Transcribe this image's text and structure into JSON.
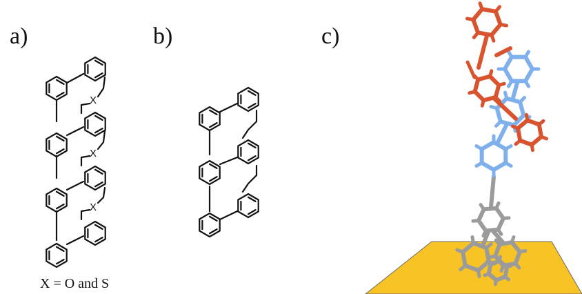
{
  "panels": {
    "a": {
      "label": "a)",
      "linker_label": "X",
      "caption": "X = O and S"
    },
    "b": {
      "label": "b)"
    },
    "c": {
      "label": "c)"
    }
  },
  "colors": {
    "bond": "#111111",
    "surface": "#f7c325",
    "surface_edge": "#6b6b6b",
    "stick_red": "#d9532f",
    "stick_blue": "#7fb0ec",
    "stick_gray": "#9b9b9b"
  }
}
